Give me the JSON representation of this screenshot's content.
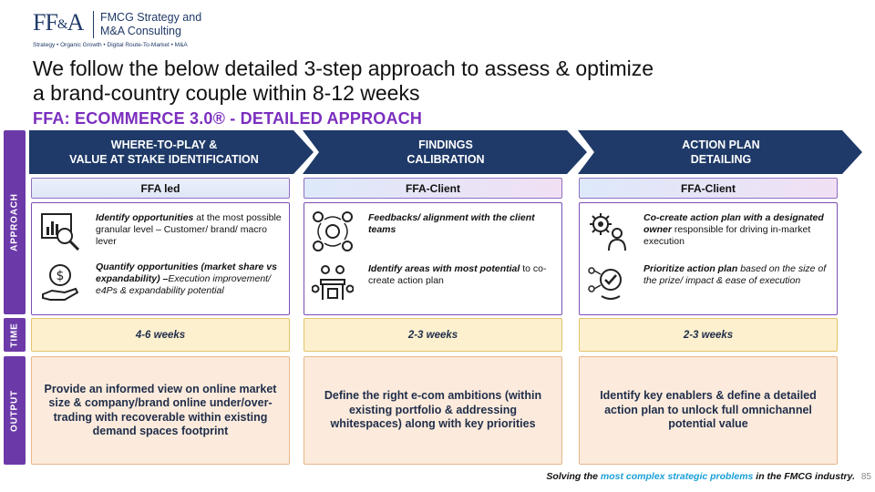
{
  "logo": {
    "mark_left": "FF",
    "mark_amp": "&",
    "mark_right": "A",
    "name_line1": "FMCG Strategy and",
    "name_line2": "M&A Consulting",
    "tagline": "Strategy • Organic Growth • Digital Route-To-Market • M&A"
  },
  "title_line1": "We follow the below detailed 3-step approach to assess & optimize",
  "title_line2": "a brand-country couple within 8-12 weeks",
  "subtitle": "FFA: ECOMMERCE 3.0® - DETAILED APPROACH",
  "side_labels": {
    "approach": "APPROACH",
    "time": "TIME",
    "output": "OUTPUT"
  },
  "colors": {
    "chevron": "#1f3a68",
    "side": "#6c3aa8",
    "accent": "#7b2fbe",
    "time_fill": "#fcf0cf",
    "output_fill": "#fcebdc",
    "highlight": "#1aa0d8"
  },
  "steps": [
    {
      "chevron_line1": "WHERE-TO-PLAY &",
      "chevron_line2": "VALUE AT STAKE IDENTIFICATION",
      "owner": "FFA led",
      "items": [
        {
          "icon": "data-analysis-icon",
          "bold": "Identify opportunities",
          "rest": " at the most possible granular level – Customer/ brand/ macro lever"
        },
        {
          "icon": "money-hand-icon",
          "bold": "Quantify opportunities (market share vs expandability) –",
          "rest": "Execution improvement/ e4Ps & expandability potential"
        }
      ],
      "time": "4-6 weeks",
      "output": "Provide an informed view on online market size & company/brand online under/over-trading with recoverable within existing demand spaces footprint"
    },
    {
      "chevron_line1": "FINDINGS",
      "chevron_line2": "CALIBRATION",
      "owner": "FFA-Client",
      "items": [
        {
          "icon": "team-alignment-icon",
          "bold": "Feedbacks/ alignment with the client teams",
          "rest": ""
        },
        {
          "icon": "meeting-table-icon",
          "bold": "Identify areas with most potential",
          "rest": " to co-create action plan"
        }
      ],
      "time": "2-3 weeks",
      "output": "Define the right e-com ambitions (within existing portfolio & addressing whitespaces) along with key priorities"
    },
    {
      "chevron_line1": "ACTION PLAN",
      "chevron_line2": "DETAILING",
      "owner": "FFA-Client",
      "items": [
        {
          "icon": "owner-gear-icon",
          "bold": "Co-create action plan with a designated owner",
          "rest": " responsible for driving in-market execution"
        },
        {
          "icon": "prioritize-target-icon",
          "bold": "Prioritize action plan",
          "rest": " based on the size of the prize/ impact & ease of execution"
        }
      ],
      "time": "2-3 weeks",
      "output": "Identify key enablers & define a detailed action plan to unlock full omnichannel potential value"
    }
  ],
  "footer": {
    "prefix": "Solving the ",
    "highlight": "most complex strategic problems",
    "suffix": " in the FMCG industry.",
    "page_number": "85"
  }
}
